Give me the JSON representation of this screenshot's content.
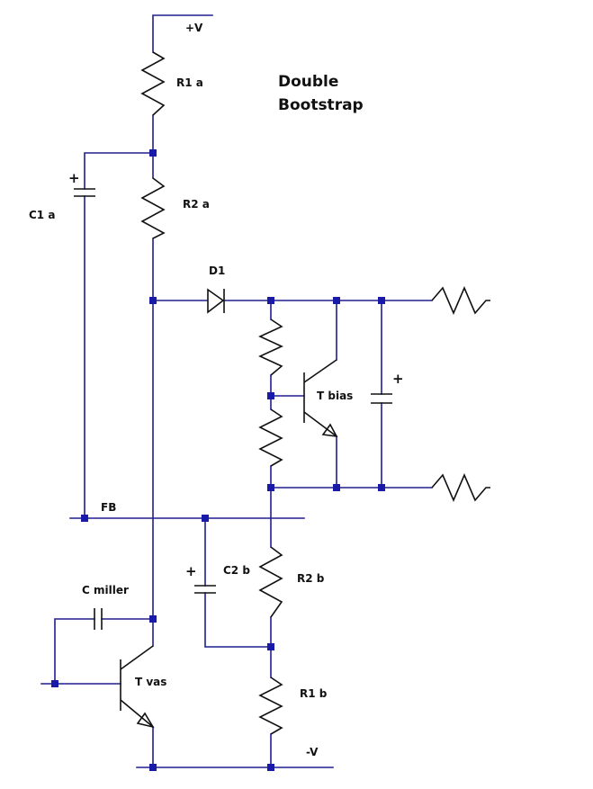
{
  "title": {
    "line1": "Double",
    "line2": "Bootstrap"
  },
  "labels": {
    "vplus": "+V",
    "vminus": "-V",
    "r1a": "R1 a",
    "r2a": "R2 a",
    "c1a": "C1 a",
    "d1": "D1",
    "tbias": "T bias",
    "fb": "FB",
    "c2b": "C2 b",
    "r2b": "R2 b",
    "r1b": "R1 b",
    "cmiller": "C miller",
    "tvas": "T vas",
    "c1a_plus": "+",
    "c2b_plus": "+",
    "cbias_plus": "+"
  },
  "colors": {
    "wire": "#1f1f8f",
    "node": "#1a1aa8",
    "component": "#111111",
    "background": "#ffffff"
  }
}
